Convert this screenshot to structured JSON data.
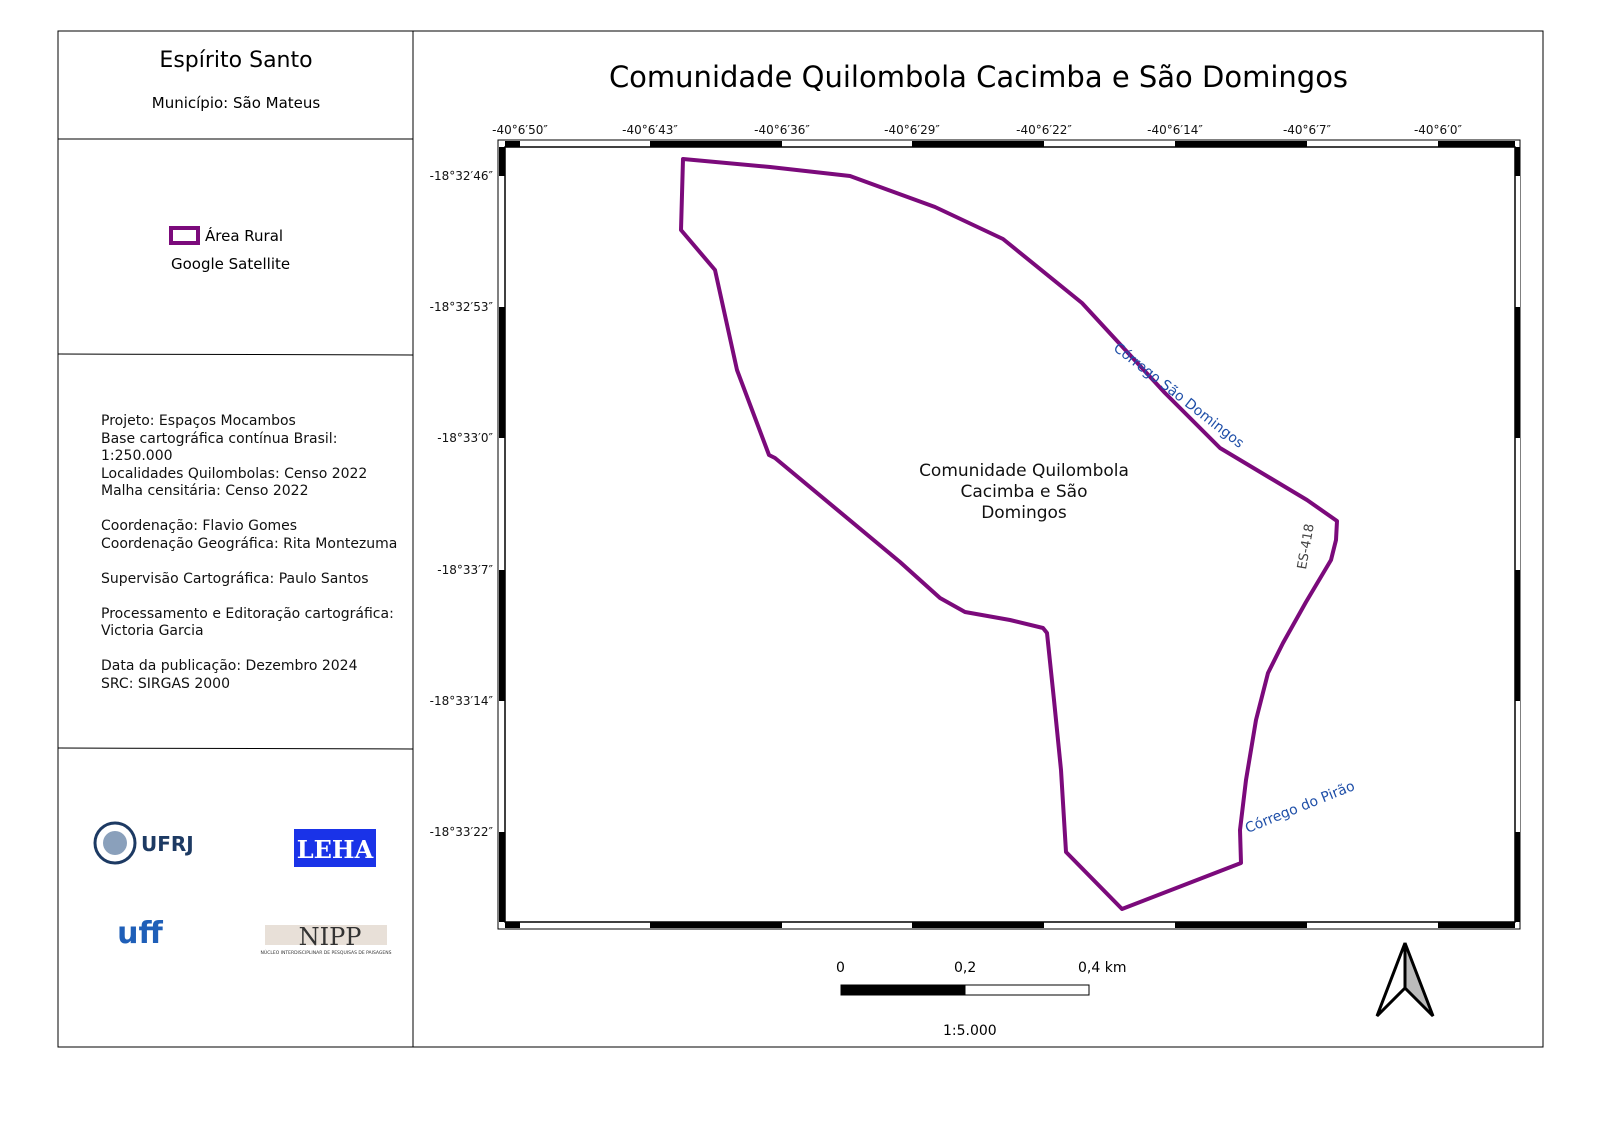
{
  "header": {
    "state": "Espírito Santo",
    "municipality": "Município: São Mateus"
  },
  "map_title": "Comunidade Quilombola Cacimba e São Domingos",
  "legend": {
    "items": [
      {
        "label": "Área  Rural",
        "color": "#7b0a7b"
      }
    ],
    "basemap": "Google Satellite"
  },
  "info_lines": [
    "Projeto: Espaços Mocambos",
    "Base cartográfica contínua Brasil:",
    "1:250.000",
    "Localidades Quilombolas: Censo 2022",
    "Malha censitária: Censo 2022",
    "",
    "Coordenação: Flavio Gomes",
    "Coordenação Geográfica: Rita Montezuma",
    "",
    "Supervisão Cartográfica: Paulo Santos",
    "",
    "Processamento  e Editoração cartográfica:",
    "Victoria Garcia",
    "",
    "Data da  publicação: Dezembro 2024",
    "SRC: SIRGAS 2000"
  ],
  "logos": [
    "UFRJ",
    "LEHA",
    "uff",
    "NIPP",
    "NÚCLEO INTERDISCIPLINAR DE PESQUISAS DE PAISAGENS"
  ],
  "longitudes": [
    "-40°6′50″",
    "-40°6′43″",
    "-40°6′36″",
    "-40°6′29″",
    "-40°6′22″",
    "-40°6′14″",
    "-40°6′7″",
    "-40°6′0″"
  ],
  "latitudes": [
    "-18°32′46″",
    "-18°32′53″",
    "-18°33′0″",
    "-18°33′7″",
    "-18°33′14″",
    "-18°33′22″"
  ],
  "map_labels": {
    "area_l1": "Comunidade Quilombola",
    "area_l2": "Cacimba e São",
    "area_l3": "Domingos",
    "stream1": "Córrego São Domingos",
    "stream2": "Córrego do Pirão",
    "road": "ES-418"
  },
  "scalebar": {
    "t0": "0",
    "t1": "0,2",
    "t2": "0,4 km",
    "ratio": "1:5.000"
  },
  "colors": {
    "boundary": "#7b0a7b",
    "label_blue": "#1f4fa8",
    "leha": "#1a33e8",
    "ufrj": "#1d3a63"
  }
}
